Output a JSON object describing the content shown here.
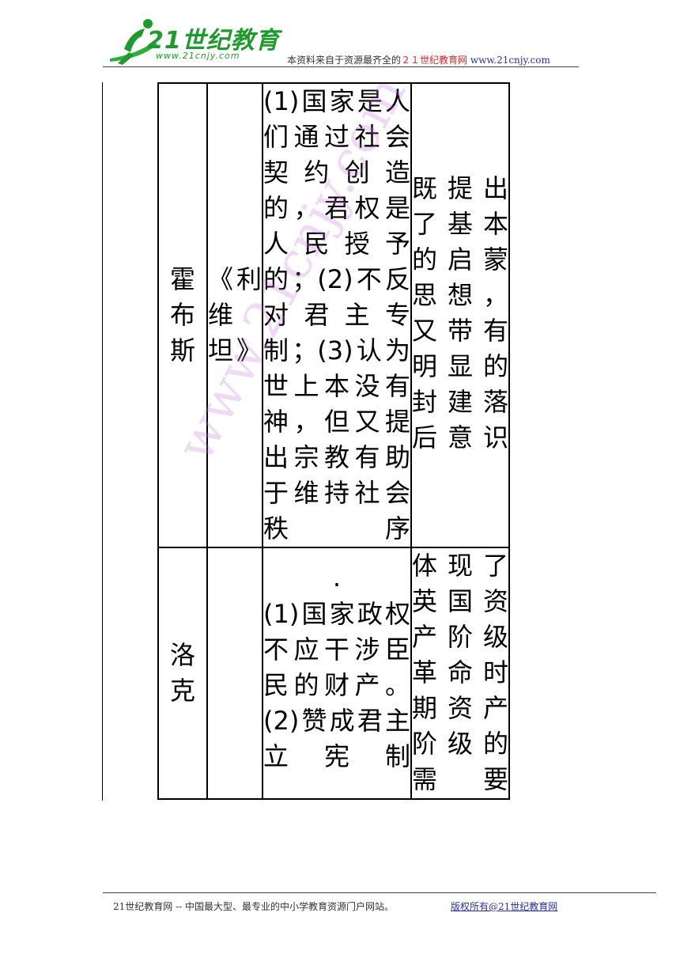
{
  "header": {
    "logo_text": "21世纪教育",
    "logo_url": "www.21cnjy.com",
    "note_prefix": "本资料来自于资源最齐全的",
    "note_site_name": "２１世纪教育网",
    "note_site_url": "www.21cnjy.com"
  },
  "table": {
    "rows": [
      {
        "name": "霍布斯",
        "work": "《利维坦》",
        "thought": "(1)国家是人们通过社会契约创造的，君权是人民授予的；(2)不反对君主专制；(3)认为世上本没有神，但又提出宗教有助于维持社会秩序",
        "evaluation": "既提出了基本的启蒙思想，又带有明显的封建落后意识"
      },
      {
        "name": "洛克",
        "work": "",
        "thought_lead": "·",
        "thought": "(1)国家政权不应干涉臣民的财产。(2)赞成君主立宪制",
        "evaluation": "体现了英国资产阶级革命时期资产阶级的需要"
      }
    ]
  },
  "watermark": "www.21cnjy.com",
  "footer": {
    "left": "21世纪教育网 -- 中国最大型、最专业的中小学教育资源门户网站。",
    "right": "版权所有@21世纪教育网"
  }
}
